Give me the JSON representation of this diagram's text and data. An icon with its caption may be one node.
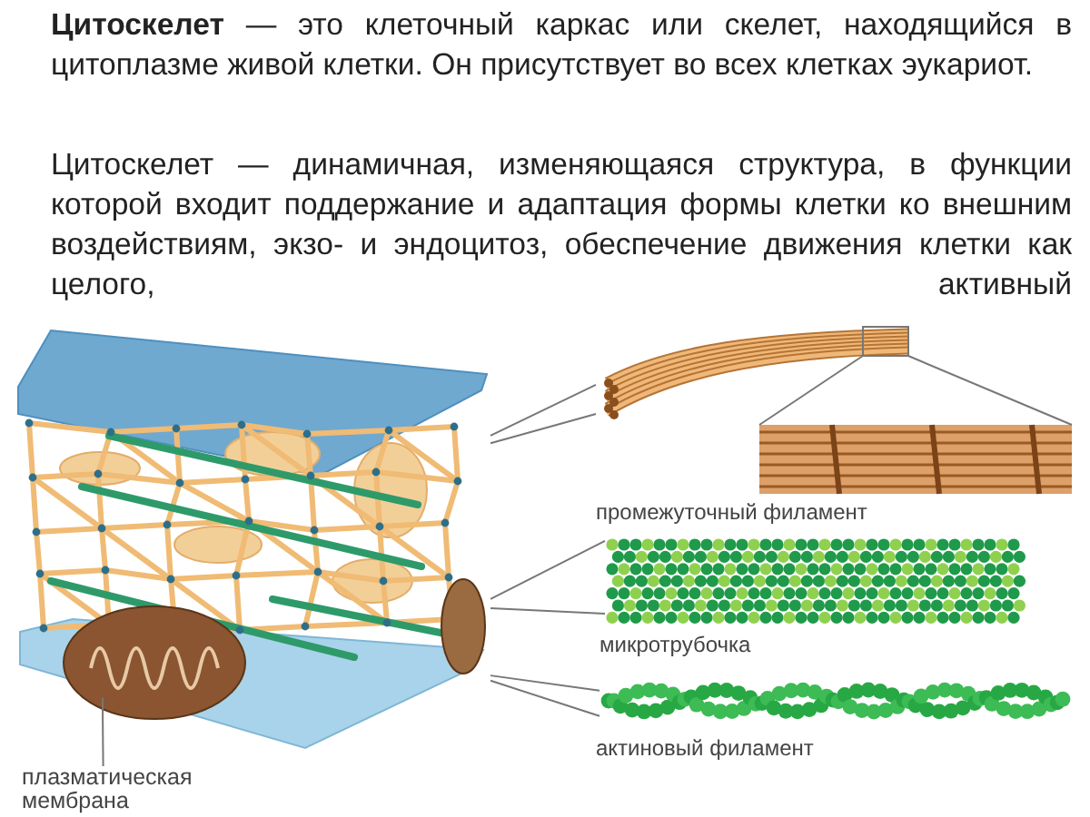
{
  "diagram": {
    "nodes": [
      {
        "text": [],
        "shape": "picture"
      },
      {
        "text": [],
        "shape": "picture"
      },
      {
        "text": [],
        "shape": "picture"
      },
      {
        "text": [],
        "shape": "picture",
        "beside": [
          "промежуточный филамент"
        ]
      },
      {
        "text": [],
        "shape": "picture",
        "beside": [
          "микротрубочка"
        ]
      },
      {
        "text": [],
        "shape": "picture",
        "beside": [
          "актиновый филамент"
        ]
      },
      {
        "text": [
          "плазматическая мембрана"
        ]
      }
    ],
    "edges": [
      {
        "from": 0,
        "to": 2,
        "arrow": "none"
      },
      {
        "from": 2,
        "to": 3,
        "arrow": "none"
      },
      {
        "from": 0,
        "to": 4,
        "arrow": "none"
      },
      {
        "from": 0,
        "to": 5,
        "arrow": "none"
      },
      {
        "from": 6,
        "to": 1,
        "arrow": "none"
      }
    ],
    "labels": [
      "**Цитоскелет** — это клеточный каркас или скелет, находящийся в цитоплазме живой клетки. Он присутствует во всех клетках эукариот.",
      "Цитоскелет — динамичная, изменяющаяся структура, в функции которой входит поддержание и адаптация формы клетки ко внешним воздействиям, экзо- и эндоцитоз, обеспечение движения клетки как целого, активный"
    ]
  }
}
